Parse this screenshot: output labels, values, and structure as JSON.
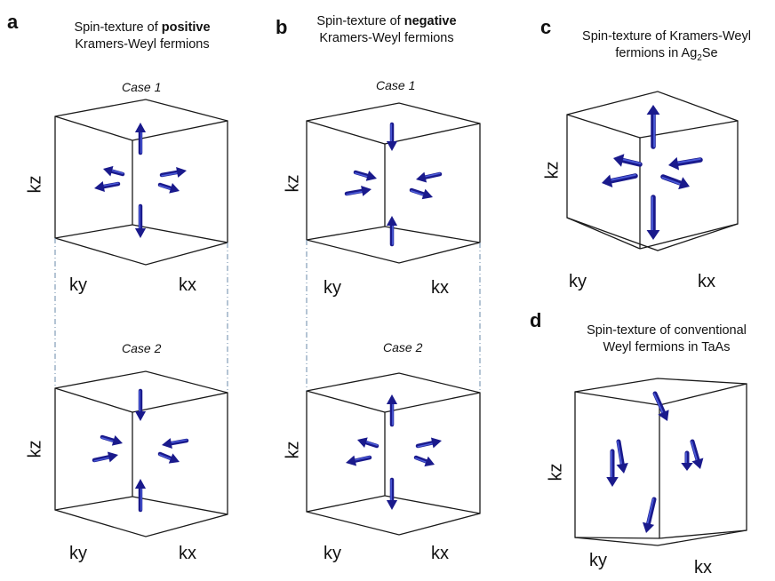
{
  "panels": {
    "a": {
      "letter": "a",
      "title_prefix": "Spin-texture of ",
      "title_bold": "positive",
      "title_line2": "Kramers-Weyl fermions",
      "case1": "Case 1",
      "case2": "Case 2"
    },
    "b": {
      "letter": "b",
      "title_prefix": "Spin-texture of ",
      "title_bold": "negative",
      "title_line2": "Kramers-Weyl fermions",
      "case1": "Case 1",
      "case2": "Case 2"
    },
    "c": {
      "letter": "c",
      "title_line1": "Spin-texture of Kramers-Weyl",
      "title_line2_prefix": "fermions in Ag",
      "title_line2_sub": "2",
      "title_line2_suffix": "Se"
    },
    "d": {
      "letter": "d",
      "title_line1": "Spin-texture of conventional",
      "title_line2": "Weyl fermions in TaAs"
    }
  },
  "axes": {
    "kx": "kx",
    "ky": "ky",
    "kz": "kz"
  },
  "colors": {
    "arrow": "#1a1a8c",
    "arrow_light": "#4a5ad8",
    "box": "#1a1a1a",
    "dash": "#6a8aa8"
  }
}
